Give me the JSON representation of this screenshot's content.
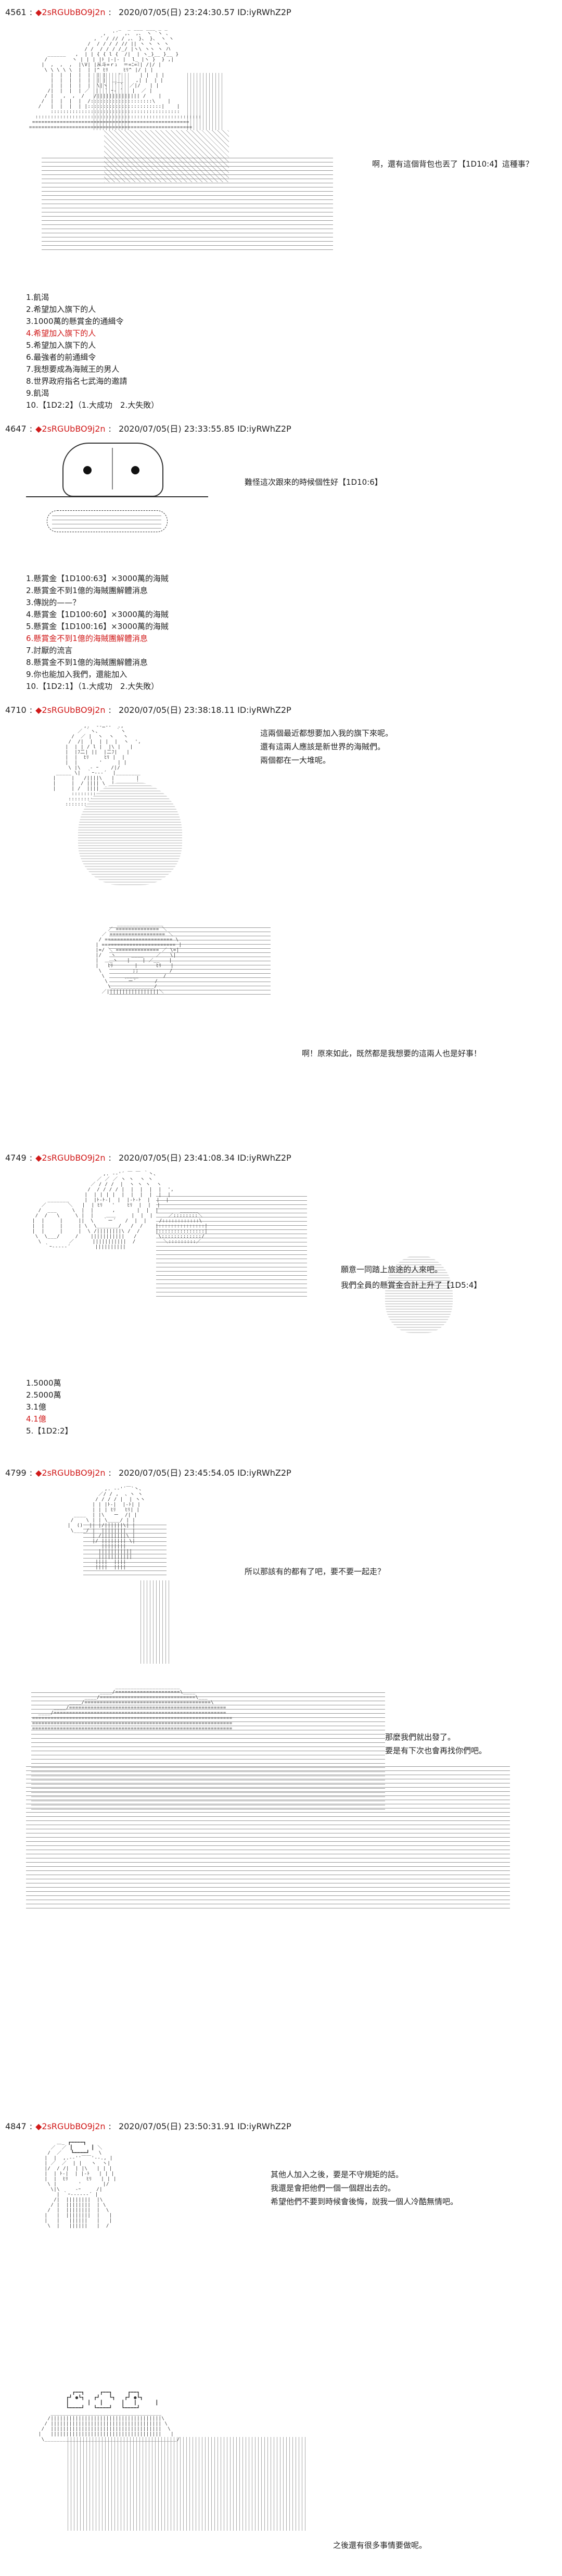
{
  "posts": [
    {
      "number": "4561",
      "name": "◆2sRGUbBO9j2n",
      "timestamp": "2020/07/05(日) 23:24:30.57 ID:iyRWhZ2P",
      "dialogue": [
        "啊，還有這個背包也丟了【1D10:4】這種事？"
      ],
      "options": [
        "1.飢渴",
        "2.希望加入旗下的人",
        "3.1000萬的懸賞金的通緝令",
        "4.希望加入旗下的人",
        "5.希望加入旗下的人",
        "6.最強者的前通緝令",
        "7.我想要成為海賊王的男人",
        "8.世界政府指名七武海的邀請",
        "9.飢渴",
        "10.【1D2:2】（1.大成功　2.大失敗）"
      ]
    },
    {
      "number": "4647",
      "name": "◆2sRGUbBO9j2n",
      "timestamp": "2020/07/05(日) 23:33:55.85 ID:iyRWhZ2P",
      "dialogue": [
        "難怪這次跟來的時候個性好【1D10:6】"
      ],
      "options": [
        "1.懸賞金【1D100:63】×3000萬的海賊",
        "2.懸賞金不到1億的海賊團解體消息",
        "3.傳說的——？",
        "4.懸賞金【1D100:60】×3000萬的海賊",
        "5.懸賞金【1D100:16】×3000萬的海賊",
        "6.懸賞金不到1億的海賊團解體消息",
        "7.討厭的流言",
        "8.懸賞金不到1億的海賊團解體消息",
        "9.你也能加入我們，還能加入",
        "10.【1D2:1】（1.大成功　2.大失敗）"
      ]
    },
    {
      "number": "4710",
      "name": "◆2sRGUbBO9j2n",
      "timestamp": "2020/07/05(日) 23:38:18.11 ID:iyRWhZ2P",
      "dialogue": [
        "這兩個最近都想要加入我的旗下來呢。",
        "還有這兩人應該是新世界的海賊們。",
        "兩個都在一大堆呢。"
      ],
      "dialogue2": [
        "啊！原來如此，既然都是我想要的這兩人也是好事！"
      ]
    },
    {
      "number": "4749",
      "name": "◆2sRGUbBO9j2n",
      "timestamp": "2020/07/05(日) 23:41:08.34 ID:iyRWhZ2P",
      "dialogue": [
        "願意一同踏上旅途的人來吧。",
        "我們全員的懸賞金合計上升了【1D5:4】"
      ],
      "options": [
        "1.5000萬",
        "2.5000萬",
        "3.1億",
        "4.1億",
        "5.【1D2:2】"
      ]
    },
    {
      "number": "4799",
      "name": "◆2sRGUbBO9j2n",
      "timestamp": "2020/07/05(日) 23:45:54.05 ID:iyRWhZ2P",
      "dialogue": [
        "所以那該有的都有了吧，要不要一起走？"
      ],
      "dialogue2": [
        "那麼我們就出發了。",
        "要是有下次也會再找你們吧。"
      ]
    },
    {
      "number": "4847",
      "name": "◆2sRGUbBO9j2n",
      "timestamp": "2020/07/05(日) 23:50:31.91 ID:iyRWhZ2P",
      "dialogue": [
        "其他人加入之後，要是不守規矩的話。",
        "我還是會把他們一個一個趕出去的。",
        "希望他們不要到時候會後悔，說我一個人冷酷無情吧。"
      ],
      "dialogue2": [
        "之後還有很多事情要做呢。"
      ]
    }
  ],
  "colors": {
    "name": "#d11a1a",
    "text": "#222222",
    "highlight": "#d11a1a"
  }
}
